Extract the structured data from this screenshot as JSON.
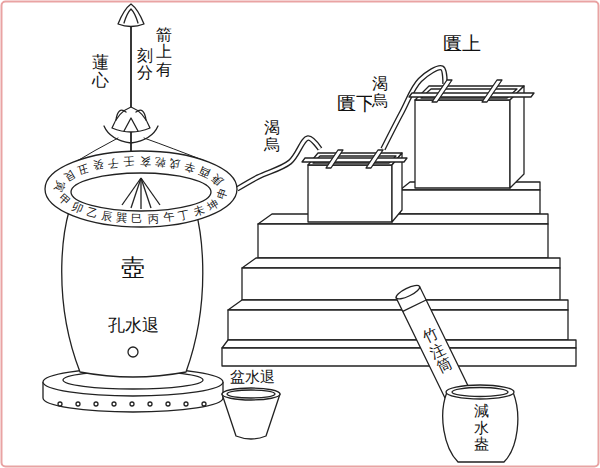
{
  "diagram": {
    "nodes": [
      {
        "text": [
          "上匱"
        ]
      },
      {
        "text": [
          "下匱"
        ]
      },
      {
        "text": [
          "壺",
          "退水孔"
        ]
      },
      {
        "text": [
          "寅甲卯乙辰巽巳丙午丁未坤申庚酉辛戌乾亥壬子癸丑艮"
        ]
      },
      {
        "text": [
          "竹注筒"
        ]
      },
      {
        "text": [
          "減水盎"
        ]
      },
      {
        "text": [
          "退水盆"
        ]
      }
    ],
    "edges": [
      {
        "from": 0,
        "to": 1,
        "label": "渴烏",
        "arrow": "none"
      },
      {
        "from": 1,
        "to": 3,
        "label": "渴烏",
        "arrow": "none"
      }
    ],
    "labels": [
      "蓮心",
      "箭上有",
      "刻分"
    ]
  }
}
